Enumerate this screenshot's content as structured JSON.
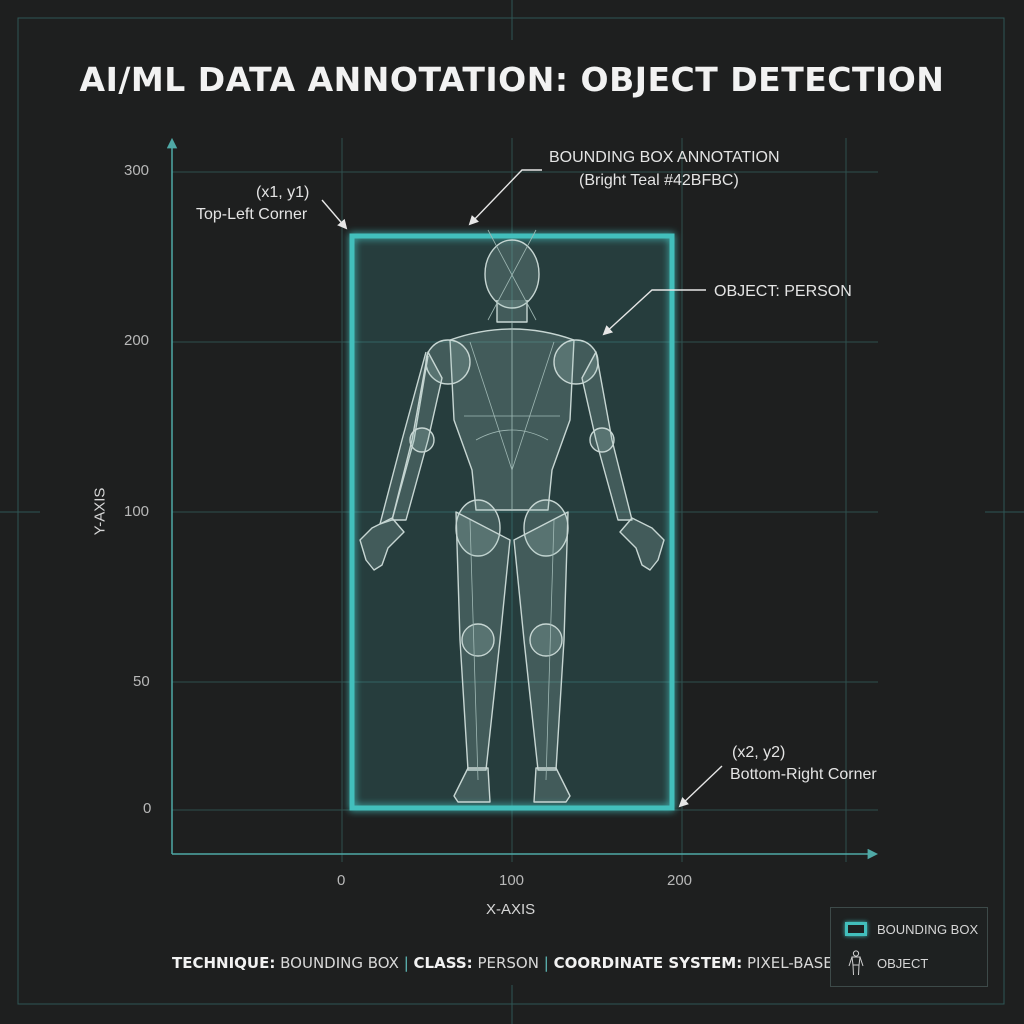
{
  "title": "AI/ML DATA ANNOTATION: OBJECT DETECTION",
  "annotations": {
    "top_left_coords": "(x1, y1)",
    "top_left_label": "Top-Left Corner",
    "bbox_title": "BOUNDING BOX ANNOTATION",
    "bbox_color_note": "(Bright Teal #42BFBC)",
    "object_label": "OBJECT: PERSON",
    "bottom_right_coords": "(x2, y2)",
    "bottom_right_label": "Bottom-Right Corner"
  },
  "axes": {
    "x_label": "X-AXIS",
    "y_label": "Y-AXIS",
    "x_ticks": [
      "0",
      "100",
      "200"
    ],
    "y_ticks": [
      "300",
      "200",
      "100",
      "50",
      "0"
    ]
  },
  "footer": {
    "technique_key": "TECHNIQUE:",
    "technique_val": "BOUNDING BOX",
    "class_key": "CLASS:",
    "class_val": "PERSON",
    "coord_key": "COORDINATE SYSTEM:",
    "coord_val": "PIXEL-BASED",
    "separator": "|"
  },
  "legend": {
    "bbox_label": "BOUNDING BOX",
    "object_label": "OBJECT",
    "bbox_swatch_icon": "teal-rectangle",
    "object_swatch_icon": "person-figure"
  },
  "colors": {
    "background": "#1e1f1f",
    "bbox": "#42BFBC",
    "grid": "#2f5654"
  }
}
